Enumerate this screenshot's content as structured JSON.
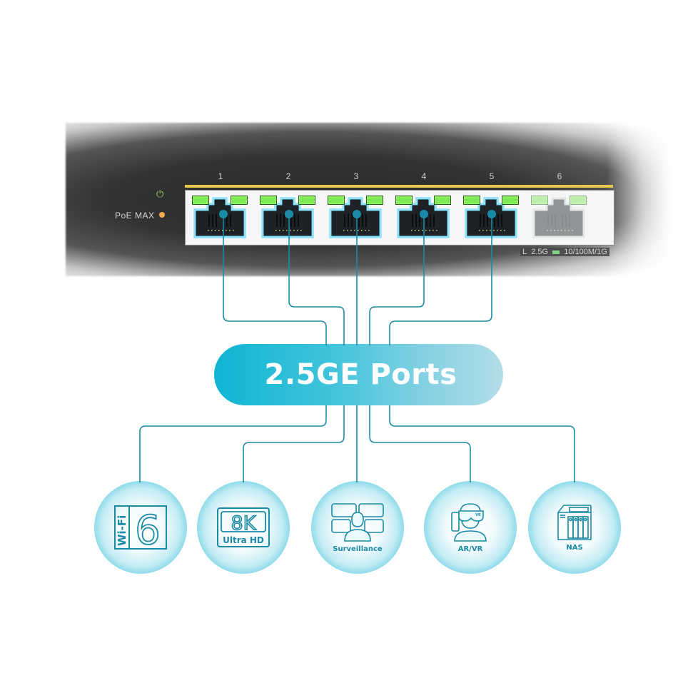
{
  "switch": {
    "ports": [
      {
        "number": "1",
        "active": true
      },
      {
        "number": "2",
        "active": true
      },
      {
        "number": "3",
        "active": true
      },
      {
        "number": "4",
        "active": true
      },
      {
        "number": "5",
        "active": true
      },
      {
        "number": "6",
        "active": false
      }
    ],
    "power_icon": "power-icon",
    "poe_label": "PoE MAX",
    "legend_prefix": "L",
    "legend_speed": "2.5G",
    "legend_suffix": "10/100M/1G",
    "colors": {
      "led": "#7dea55",
      "glow": "#5fd3f0",
      "yellow": "#e8c84a",
      "poe_dot": "#f4a94d"
    }
  },
  "hub": {
    "label": "2.5GE Ports",
    "gradient": [
      "#0fb5d3",
      "#b3dde8"
    ]
  },
  "line_color": "#1a8aa6",
  "devices": [
    {
      "id": "wifi6",
      "icon": "wifi6-icon",
      "logo_text": "Wi-Fi",
      "logo_num": "6",
      "caption": ""
    },
    {
      "id": "8k",
      "icon": "8k-ultra-hd-icon",
      "logo_text": "8K",
      "caption": "Ultra HD"
    },
    {
      "id": "surveillance",
      "icon": "surveillance-icon",
      "caption": "Surveillance"
    },
    {
      "id": "arvr",
      "icon": "vr-headset-icon",
      "badge": "VR",
      "caption": "AR/VR"
    },
    {
      "id": "nas",
      "icon": "nas-icon",
      "caption": "NAS"
    }
  ]
}
